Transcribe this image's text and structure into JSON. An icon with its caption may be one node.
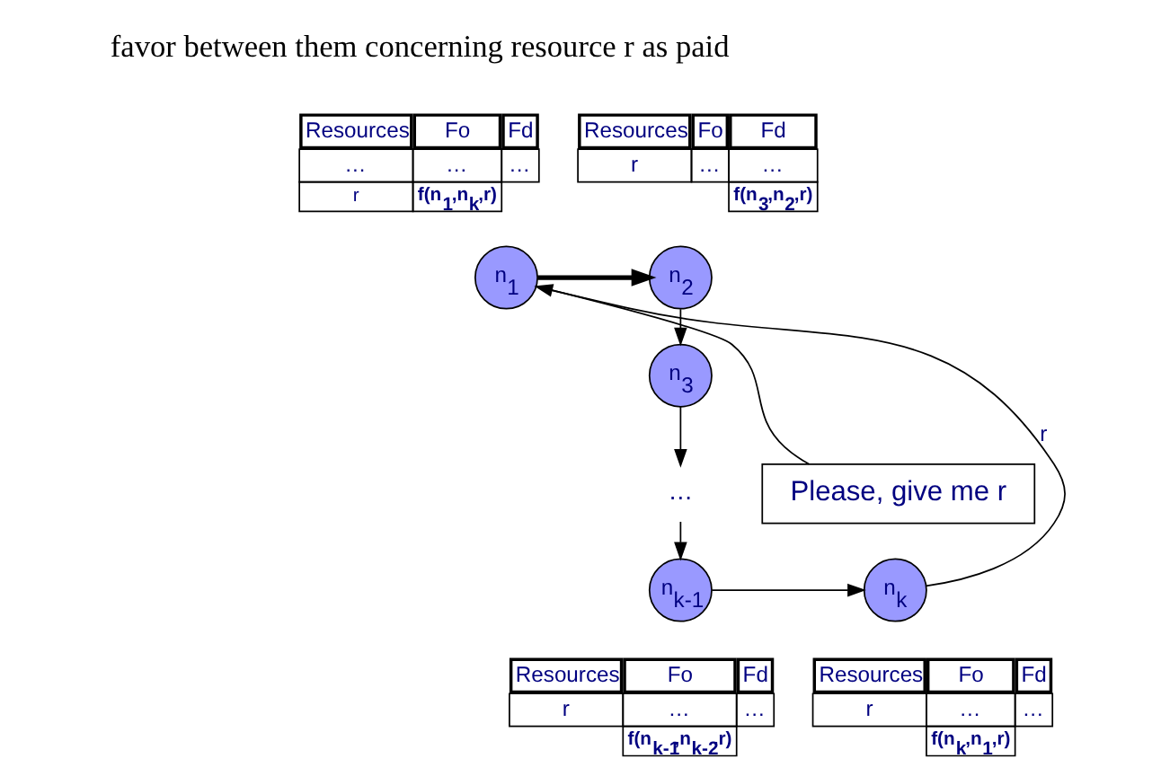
{
  "diagram": {
    "nodes": [
      {
        "text": [
          "n$_{1}$"
        ]
      },
      {
        "text": [
          "n$_{2}$"
        ]
      },
      {
        "text": [
          "n$_{3}$"
        ]
      },
      {
        "text": [
          "Please, give me r"
        ]
      },
      {
        "text": [
          "…"
        ]
      },
      {
        "text": [
          "n$_{k-1}$"
        ]
      },
      {
        "text": [
          "n$_{k}$"
        ]
      }
    ],
    "edges": [
      {
        "from": 0,
        "to": 1,
        "arrow": "to",
        "style": "thick"
      },
      {
        "from": 1,
        "to": 2,
        "arrow": "to"
      },
      {
        "from": 2,
        "to": 4,
        "arrow": "to"
      },
      {
        "from": 4,
        "to": 5,
        "arrow": "to"
      },
      {
        "from": 5,
        "to": 6,
        "arrow": "to"
      },
      {
        "from": 6,
        "to": 0,
        "arrow": "to",
        "label": "r"
      },
      {
        "from": 3,
        "to": 0,
        "arrow": "none"
      }
    ],
    "labels": [
      "favor between them concerning resource r as paid",
      "Resources",
      "Fo",
      "Fd",
      "…",
      "…",
      "…",
      "r",
      "f(n$_{1}$,n$_{k}$,r)",
      "Resources",
      "Fo",
      "Fd",
      "r",
      "…",
      "…",
      "f(n$_{3}$,n$_{2}$,r)",
      "Resources",
      "Fo",
      "Fd",
      "r",
      "…",
      "…",
      "f(n$_{k-1}$,n$_{k-2}$,r)",
      "Resources",
      "Fo",
      "Fd",
      "r",
      "…",
      "…",
      "f(n$_{k}$,n$_{1}$,r)"
    ]
  }
}
